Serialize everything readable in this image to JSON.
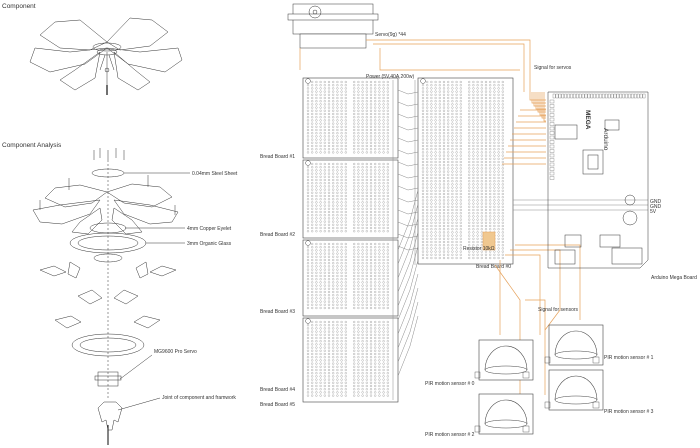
{
  "headings": {
    "component": "Component",
    "analysis": "Component Analysis"
  },
  "parts": {
    "steel_sheet": "0.04mm Steel Sheet",
    "copper_eyelet": "4mm Copper Eyelet",
    "organic_glass": "3mm Organic Glass",
    "servo": "MG9600 Pro Servo",
    "joint": "Joint of component and framwork"
  },
  "circuit": {
    "servo_label": "Servo(9g) *44",
    "power_label": "Power (5V,40A,200w)",
    "signal_servos": "Signal for servos",
    "signal_sensors": "Signal for sensors",
    "resistor": "Resistor 10kΩ",
    "arduino_label": "Arduino Mega Board",
    "arduino_brand": "Arduino",
    "arduino_model": "MEGA",
    "gnd1": "GND",
    "gnd2": "GND",
    "v5": "5V"
  },
  "boards": [
    "Bread Board #1",
    "Bread Board #2",
    "Bread Board #3",
    "Bread Board #4",
    "Bread Board #5",
    "Bread Board #0"
  ],
  "sensors": [
    "PIR motion sensor # 0",
    "PIR motion sensor # 1",
    "PIR motion sensor # 2",
    "PIR motion sensor # 3"
  ],
  "colors": {
    "wire_signal": "#e6a15a",
    "wire_grey": "#8a8a8a",
    "ink": "#333333"
  }
}
